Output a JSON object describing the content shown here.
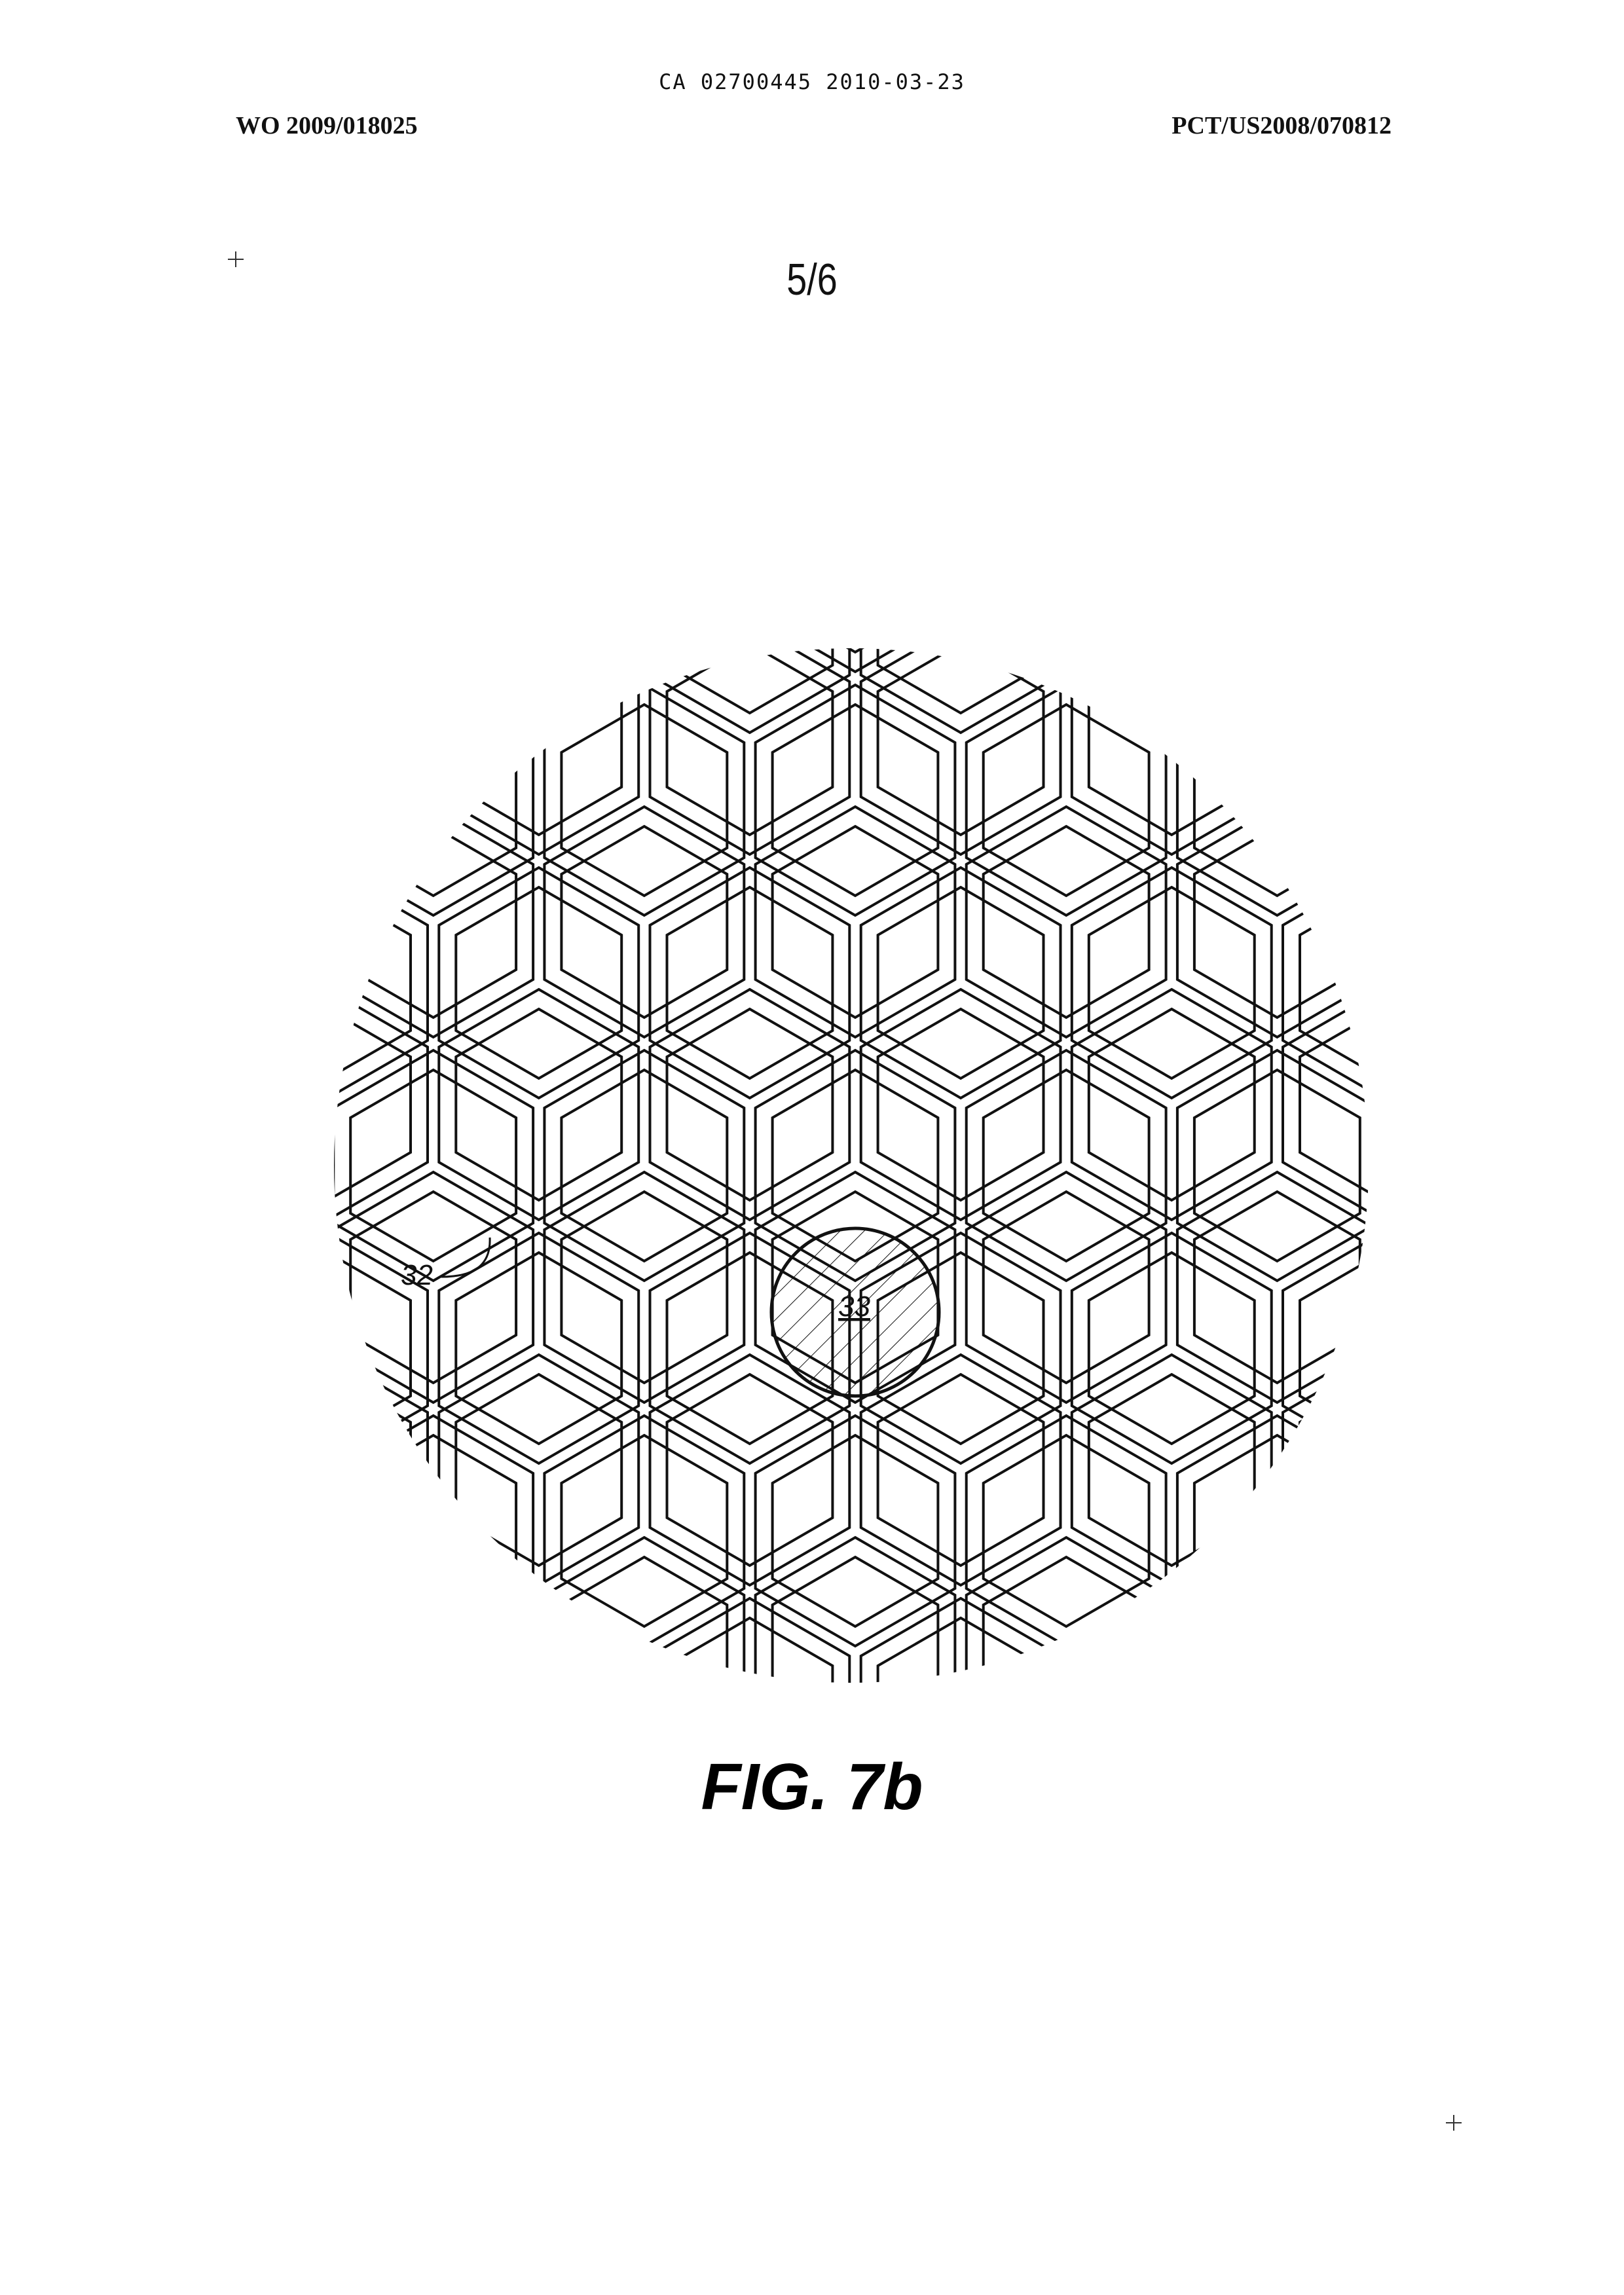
{
  "header": {
    "doc_ref": "CA 02700445 2010-03-23",
    "left": "WO 2009/018025",
    "right": "PCT/US2008/070812"
  },
  "sheet_number": "5/6",
  "figure": {
    "caption": "FIG. 7b",
    "labels": [
      {
        "text": "32"
      },
      {
        "text": "33"
      }
    ]
  }
}
